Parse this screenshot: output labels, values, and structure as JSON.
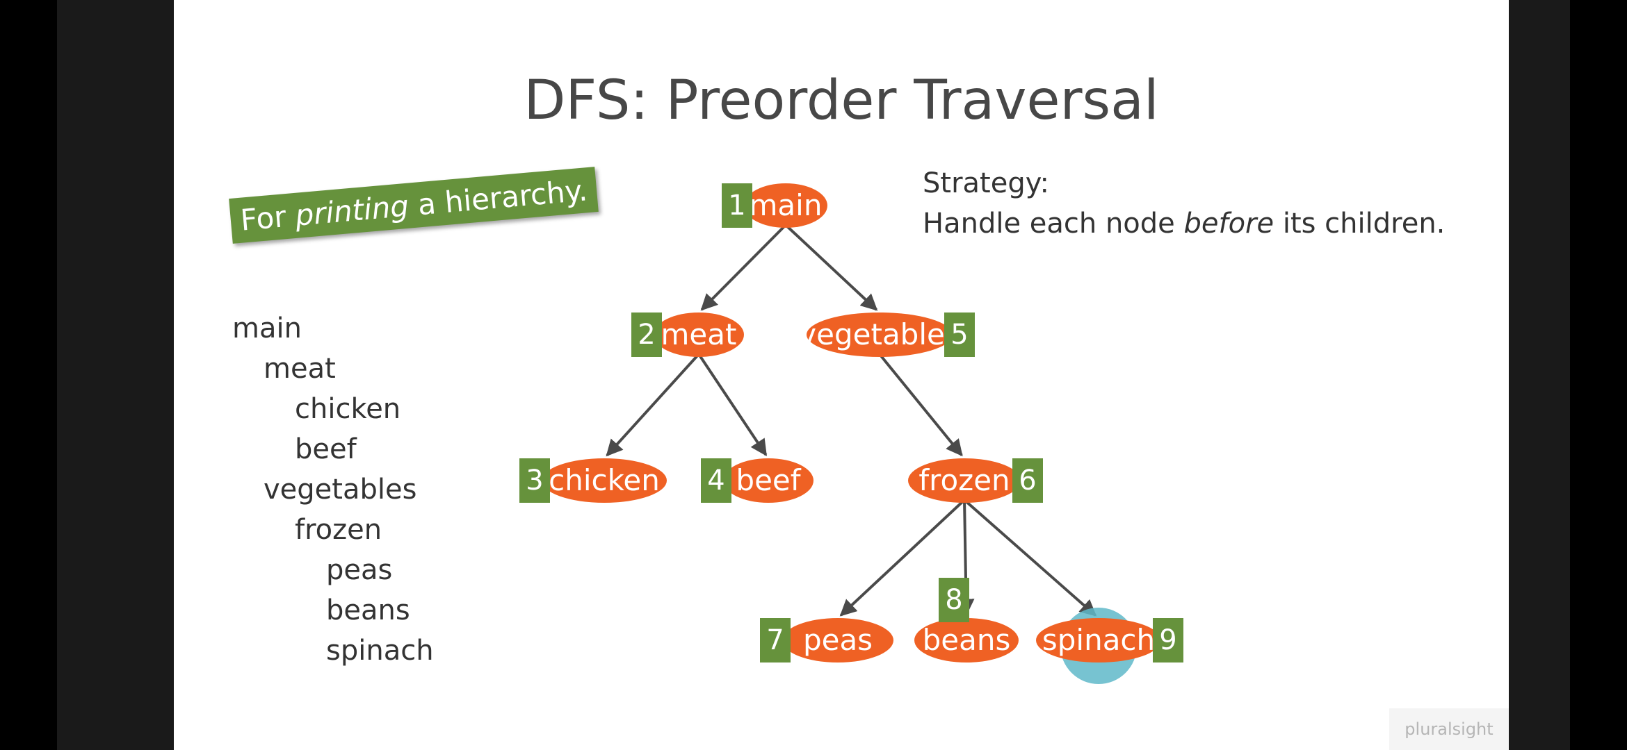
{
  "slide": {
    "title": "DFS: Preorder Traversal",
    "tagline": {
      "before": "For ",
      "em": "printing",
      "after": " a hierarchy."
    },
    "strategy": {
      "label": "Strategy:",
      "line_before": "Handle each node ",
      "line_em": "before",
      "line_after": " its children."
    },
    "outline": [
      "main",
      "meat",
      "chicken",
      "beef",
      "vegetables",
      "frozen",
      "peas",
      "beans",
      "spinach"
    ],
    "watermark": "pluralsight"
  },
  "tree": {
    "nodes": [
      {
        "id": "main",
        "label": "main",
        "order": "1"
      },
      {
        "id": "meat",
        "label": "meat",
        "order": "2"
      },
      {
        "id": "chicken",
        "label": "chicken",
        "order": "3"
      },
      {
        "id": "beef",
        "label": "beef",
        "order": "4"
      },
      {
        "id": "vegetables",
        "label": "vegetables",
        "order": "5"
      },
      {
        "id": "frozen",
        "label": "frozen",
        "order": "6"
      },
      {
        "id": "peas",
        "label": "peas",
        "order": "7"
      },
      {
        "id": "beans",
        "label": "beans",
        "order": "8"
      },
      {
        "id": "spinach",
        "label": "spinach",
        "order": "9"
      }
    ],
    "edges": [
      [
        "main",
        "meat"
      ],
      [
        "main",
        "vegetables"
      ],
      [
        "meat",
        "chicken"
      ],
      [
        "meat",
        "beef"
      ],
      [
        "vegetables",
        "frozen"
      ],
      [
        "frozen",
        "peas"
      ],
      [
        "frozen",
        "beans"
      ],
      [
        "frozen",
        "spinach"
      ]
    ],
    "current": "spinach",
    "colors": {
      "node": "#ef6124",
      "badge": "#66923c",
      "highlight": "#5fb8c9",
      "edge": "#4a4a4a"
    }
  }
}
